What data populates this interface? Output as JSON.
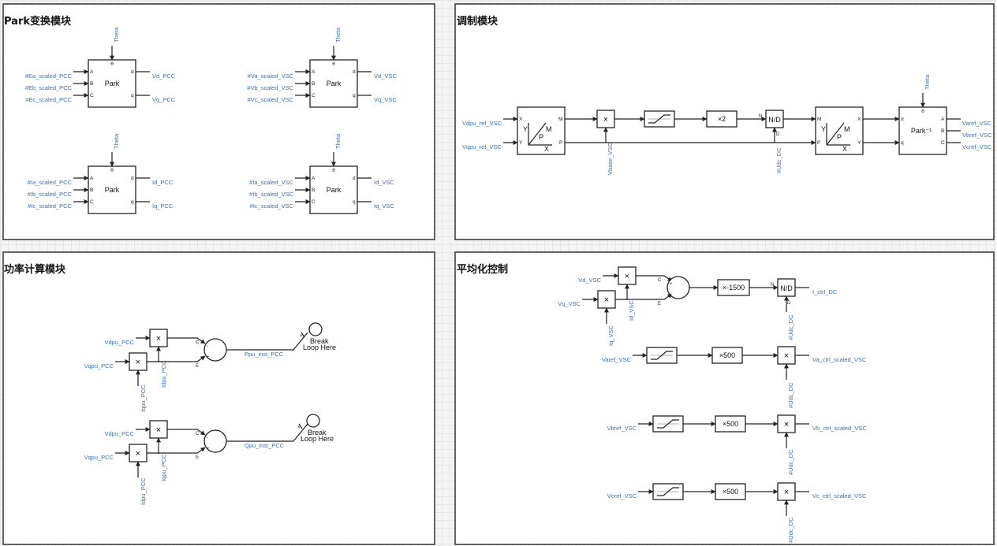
{
  "panels": {
    "park": "Park变换模块",
    "mod": "调制模块",
    "power": "功率计算模块",
    "avg": "平均化控制"
  },
  "common": {
    "theta": "Theta",
    "park": "Park",
    "inv_park": "Park⁻¹",
    "nd": "N/D",
    "break1": "Break",
    "break2": "Loop Here",
    "x2": "×2",
    "x_1500": "×-1500",
    "x500": "×500",
    "times": "×"
  },
  "park": {
    "b1": {
      "in": [
        "#Ea_scaled_PCC",
        "#Eb_scaled_PCC",
        "#Ec_scaled_PCC"
      ],
      "out": [
        "Vd_PCC",
        "Vq_PCC"
      ]
    },
    "b2": {
      "in": [
        "#Va_scaled_VSC",
        "#Vb_scaled_VSC",
        "#Vc_scaled_VSC"
      ],
      "out": [
        "Vd_VSC",
        "Vq_VSC"
      ]
    },
    "b3": {
      "in": [
        "#Ia_scaled_PCC",
        "#Ib_scaled_PCC",
        "#Ic_scaled_PCC"
      ],
      "out": [
        "Id_PCC",
        "Iq_PCC"
      ]
    },
    "b4": {
      "in": [
        "#Ia_scaled_VSC",
        "#Ib_scaled_VSC",
        "#Ic_scaled_VSC"
      ],
      "out": [
        "Id_VSC",
        "Iq_VSC"
      ]
    }
  },
  "mod": {
    "in1": "Vdpu_ref_VSC",
    "in2": "Vqpu_ref_VSC",
    "vbase": "Vbase_VSC",
    "udc": "#Udc_DC",
    "out": [
      "Varef_VSC",
      "Vbref_VSC",
      "Vcref_VSC"
    ]
  },
  "power": {
    "r1": {
      "a": "Vdpu_PCC",
      "b": "Vqpu_PCC",
      "m1": "Idpu_PCC",
      "m2": "Iqpu_PCC",
      "out": "Ppu_inst_PCC"
    },
    "r2": {
      "a": "Vdpu_PCC",
      "b": "Vqpu_PCC",
      "m1": "Iqpu_PCC",
      "m2": "Idpu_PCC",
      "out": "Qpu_inst_PCC"
    }
  },
  "avg": {
    "vd": "Vd_VSC",
    "vq": "Vq_VSC",
    "id": "Id_VSC",
    "iq": "Iq_VSC",
    "udc": "#Udc_DC",
    "ictrl": "I_ctrl_DC",
    "rows": [
      {
        "in": "Varef_VSC",
        "out": "Va_ctrl_scaled_VSC"
      },
      {
        "in": "Vbref_VSC",
        "out": "Vb_ctrl_scaled_VSC"
      },
      {
        "in": "Vcref_VSC",
        "out": "Vc_ctrl_scaled_VSC"
      }
    ]
  },
  "colors": {
    "signal": "#3a6fb0",
    "line": "#222222",
    "panel_bg": "#ffffff",
    "canvas_bg": "#f4f4f4"
  }
}
